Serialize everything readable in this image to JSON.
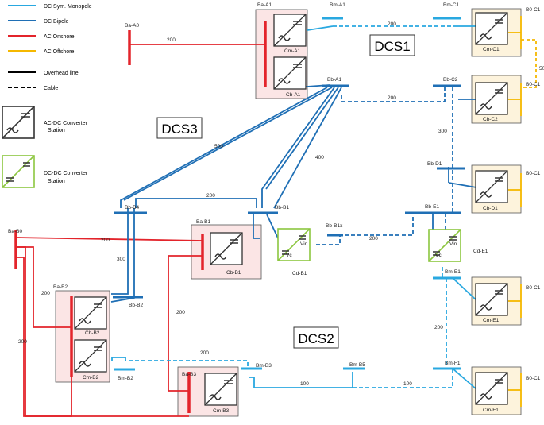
{
  "legend": {
    "items": [
      {
        "label": "DC Sym. Monopole",
        "color": "#29a8e0",
        "dash": false
      },
      {
        "label": "DC Bipole",
        "color": "#1f6fb5",
        "dash": false
      },
      {
        "label": "AC Onshore",
        "color": "#e3242b",
        "dash": false
      },
      {
        "label": "AC Offshore",
        "color": "#f5b800",
        "dash": false
      },
      {
        "label": "Overhead line",
        "color": "#000000",
        "dash": false
      },
      {
        "label": "Cable",
        "color": "#000000",
        "dash": true
      }
    ],
    "acdc_label_1": "AC-DC Converter",
    "acdc_label_2": "Station",
    "dcdc_label_1": "DC-DC Converter",
    "dcdc_label_2": "Station"
  },
  "regions": {
    "dcs1": "DCS1",
    "dcs2": "DCS2",
    "dcs3": "DCS3"
  },
  "buses": {
    "ba_a0": "Ba-A0",
    "ba_a1": "Ba-A1",
    "bm_a1": "Bm-A1",
    "bb_a1": "Bb-A1",
    "bm_c1": "Bm-C1",
    "bb_c2": "Bb-C2",
    "bb_d1": "Bb-D1",
    "bb_e1": "Bb-E1",
    "bm_e1": "Bm-E1",
    "bm_f1": "Bm-F1",
    "bo_c1_1": "B0-C1",
    "bo_c1_2": "B0-C1",
    "bo_c1_3": "B0-C1",
    "bo_c1_4": "B0-C1",
    "bo_c1_5": "B0-C1",
    "bb_b4": "Bb-B4",
    "bb_b1": "Bb-B1",
    "bb_b1x": "Bb-B1x",
    "ba_b0": "Ba-B0",
    "ba_b1": "Ba-B1",
    "ba_b2": "Ba-B2",
    "bb_b2": "Bb-B2",
    "bm_b2": "Bm-B2",
    "ba_b3": "Ba-B3",
    "bm_b3": "Bm-B3",
    "bm_b5": "Bm-B5"
  },
  "stations": {
    "cm_a1": "Cm-A1",
    "cb_a1": "Cb-A1",
    "cm_c1": "Cm-C1",
    "cb_c2": "Cb-C2",
    "cb_d1": "Cb-D1",
    "cm_e1": "Cm-E1",
    "cm_f1": "Cm-F1",
    "cb_b1": "Cb-B1",
    "cb_b2": "Cb-B2",
    "cm_b2": "Cm-B2",
    "cm_b3": "Cm-B3",
    "cd_b1": "Cd-B1",
    "cd_e1": "Cd-E1",
    "vin": "Vin",
    "vc": "Vc"
  },
  "lines": {
    "l1": "200",
    "l2": "200",
    "l3": "200",
    "l4": "50",
    "l5": "500",
    "l6": "400",
    "l7": "300",
    "l8": "200",
    "l9": "200",
    "l10": "300",
    "l11": "200",
    "l12": "200",
    "l13": "200",
    "l14": "200",
    "l15": "200",
    "l16": "100",
    "l17": "100",
    "l18": "200",
    "l19": "200"
  }
}
